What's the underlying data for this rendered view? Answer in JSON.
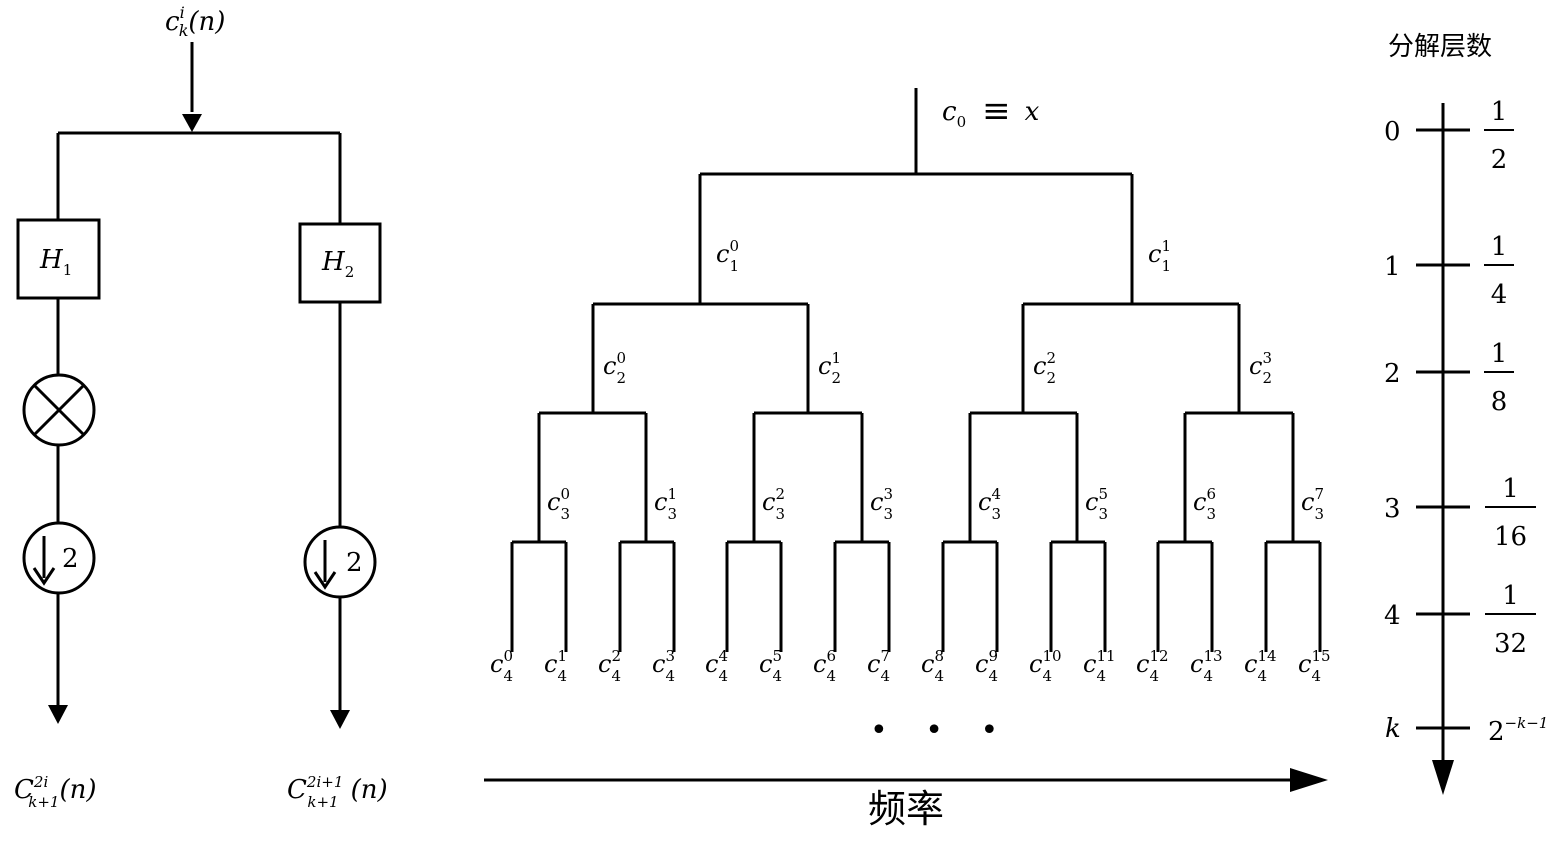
{
  "filter_bank": {
    "input_label": {
      "base": "c",
      "sup": "i",
      "sub": "k",
      "arg": "(n)"
    },
    "filters": [
      "H",
      "H"
    ],
    "filter_subs": [
      "1",
      "2"
    ],
    "downsample_factor": "2",
    "outputs": [
      {
        "base": "C",
        "sup": "2i",
        "sub": "k+1",
        "arg": "(n)"
      },
      {
        "base": "C",
        "sup": "2i+1",
        "sub": "k+1",
        "arg": "(n)"
      }
    ]
  },
  "tree": {
    "root_label": "c",
    "root_sub": "0",
    "root_equiv": "≡",
    "root_var": "x",
    "node_base": "c",
    "levels": [
      {
        "level": "1",
        "nodes": [
          "0",
          "1"
        ]
      },
      {
        "level": "2",
        "nodes": [
          "0",
          "1",
          "2",
          "3"
        ]
      },
      {
        "level": "3",
        "nodes": [
          "0",
          "1",
          "2",
          "3",
          "4",
          "5",
          "6",
          "7"
        ]
      },
      {
        "level": "4",
        "nodes": [
          "0",
          "1",
          "2",
          "3",
          "4",
          "5",
          "6",
          "7",
          "8",
          "9",
          "10",
          "11",
          "12",
          "13",
          "14",
          "15"
        ]
      }
    ],
    "ellipsis": "• • •",
    "frequency_label": "频率"
  },
  "scale": {
    "title": "分解层数",
    "levels": [
      {
        "level": "0",
        "num": "1",
        "den": "2"
      },
      {
        "level": "1",
        "num": "1",
        "den": "4"
      },
      {
        "level": "2",
        "num": "1",
        "den": "8"
      },
      {
        "level": "3",
        "num": "1",
        "den": "16"
      },
      {
        "level": "4",
        "num": "1",
        "den": "32"
      }
    ],
    "general_level": "k",
    "general_base": "2",
    "general_exp": "−k−1"
  }
}
